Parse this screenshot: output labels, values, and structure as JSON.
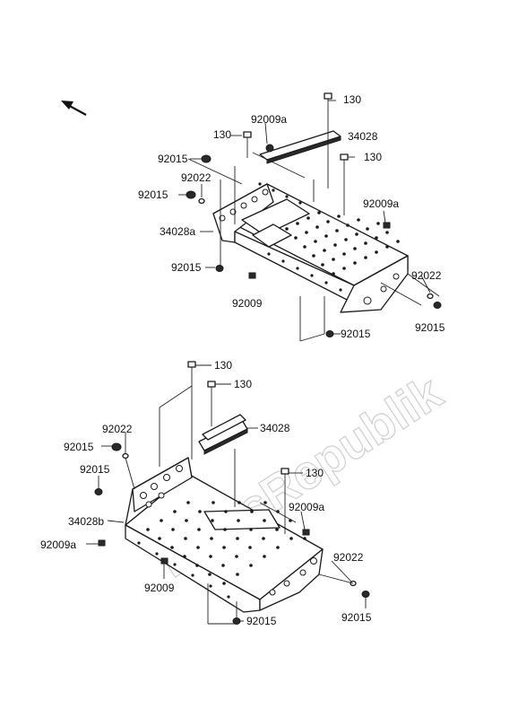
{
  "watermark": "PartsRepublik",
  "labels": {
    "u_130_a": "130",
    "u_92009a_a": "92009a",
    "u_34028": "34028",
    "u_130_b": "130",
    "u_92015_a": "92015",
    "u_130_c": "130",
    "u_92022_a": "92022",
    "u_92015_b": "92015",
    "u_92009a_b": "92009a",
    "u_34028a": "34028a",
    "u_92015_c": "92015",
    "u_92022_b": "92022",
    "u_92009": "92009",
    "u_92015_d": "92015",
    "u_92015_e": "92015",
    "l_130_a": "130",
    "l_130_b": "130",
    "l_34028": "34028",
    "l_92022_a": "92022",
    "l_92015_a": "92015",
    "l_92015_b": "92015",
    "l_130_c": "130",
    "l_92009a_a": "92009a",
    "l_34028b": "34028b",
    "l_92009a_b": "92009a",
    "l_92022_b": "92022",
    "l_92009": "92009",
    "l_92015_c": "92015",
    "l_92015_d": "92015"
  },
  "icons": {
    "direction_arrow": "arrow-up-left-icon"
  }
}
